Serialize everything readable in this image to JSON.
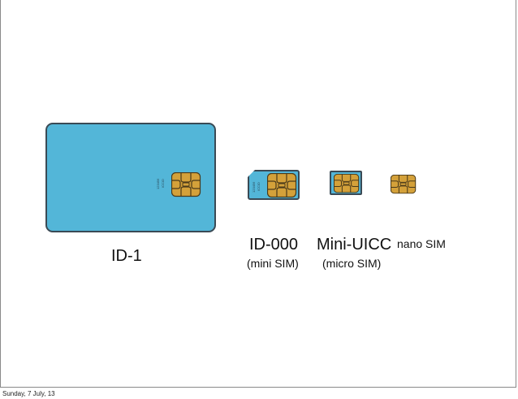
{
  "cards": {
    "id1": {
      "label": "ID-1",
      "tiny_text_1": "123456",
      "tiny_text_2": "ICCID"
    },
    "id000": {
      "label": "ID-000",
      "sublabel": "(mini SIM)",
      "tiny_text_1": "123456",
      "tiny_text_2": "ICCID"
    },
    "mini_uicc": {
      "label": "Mini-UICC",
      "sublabel": "(micro SIM)"
    },
    "nano": {
      "label": "nano SIM"
    }
  },
  "footer": {
    "date": "Sunday, 7 July, 13"
  },
  "colors": {
    "card": "#53b6d8",
    "chip": "#d4a13a",
    "outline": "#3a4a55"
  }
}
